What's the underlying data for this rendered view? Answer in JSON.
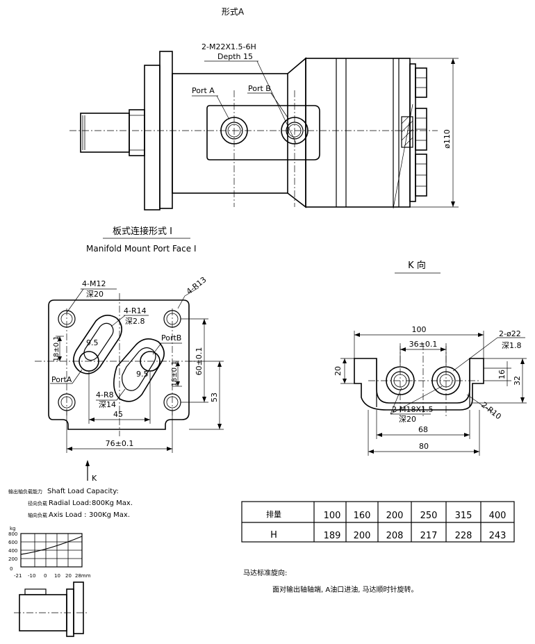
{
  "title_top": "形式A",
  "side_view": {
    "thread_label": "2-M22X1.5-6H",
    "depth_label": "Depth 15",
    "port_a": "Port A",
    "port_b": "Port B",
    "diameter": "ø110"
  },
  "manifold": {
    "title_cn": "板式连接形式 Ⅰ",
    "title_en": "Manifold Mount Port Face Ⅰ",
    "label_4m12": "4-M12",
    "label_depth20": "深20",
    "label_4r13": "4-R13",
    "label_4r14": "4-R14",
    "label_depth28": "深2.8",
    "label_95a": "9.5",
    "label_95b": "9.5",
    "label_portb": "PortB",
    "label_porta": "PortA",
    "label_4r8": "4-R8",
    "label_depth14": "深14",
    "dim_18a": "18±0.1",
    "dim_18b": "18±0.1",
    "dim_60": "60±0.1",
    "dim_53": "53",
    "dim_45": "45",
    "dim_76": "76±0.1",
    "k_arrow": "K"
  },
  "k_view": {
    "title": "K 向",
    "dim_100": "100",
    "dim_36": "36±0.1",
    "label_2d22": "2-ø22",
    "label_depth18": "深1.8",
    "dim_20": "20",
    "dim_16": "16",
    "dim_32": "32",
    "label_m18": "2-M18X1.5",
    "label_depth20": "深20",
    "label_r10": "2-R10",
    "dim_68": "68",
    "dim_80": "80"
  },
  "load": {
    "title_cn": "输出轴负载能力",
    "title_en": "Shaft Load Capacity:",
    "radial_cn": "径向负载",
    "radial_en": "Radial Load:",
    "radial_val": "800Kg Max.",
    "axis_cn": "轴向负载",
    "axis_en": "Axis Load :",
    "axis_val": "300Kg Max.",
    "unit_kg": "kg",
    "y_ticks": [
      "800",
      "600",
      "400",
      "200",
      "0"
    ],
    "x_ticks": [
      "-21",
      "-10",
      "0",
      "10",
      "20",
      "28mm"
    ]
  },
  "table": {
    "headers": [
      "排量",
      "100",
      "160",
      "200",
      "250",
      "315",
      "400"
    ],
    "row": [
      "H",
      "189",
      "200",
      "208",
      "217",
      "228",
      "243"
    ]
  },
  "rotation": {
    "title": "马达标准旋向:",
    "text": "面对输出轴轴端, A油口进油, 马达顺时针旋转。"
  }
}
